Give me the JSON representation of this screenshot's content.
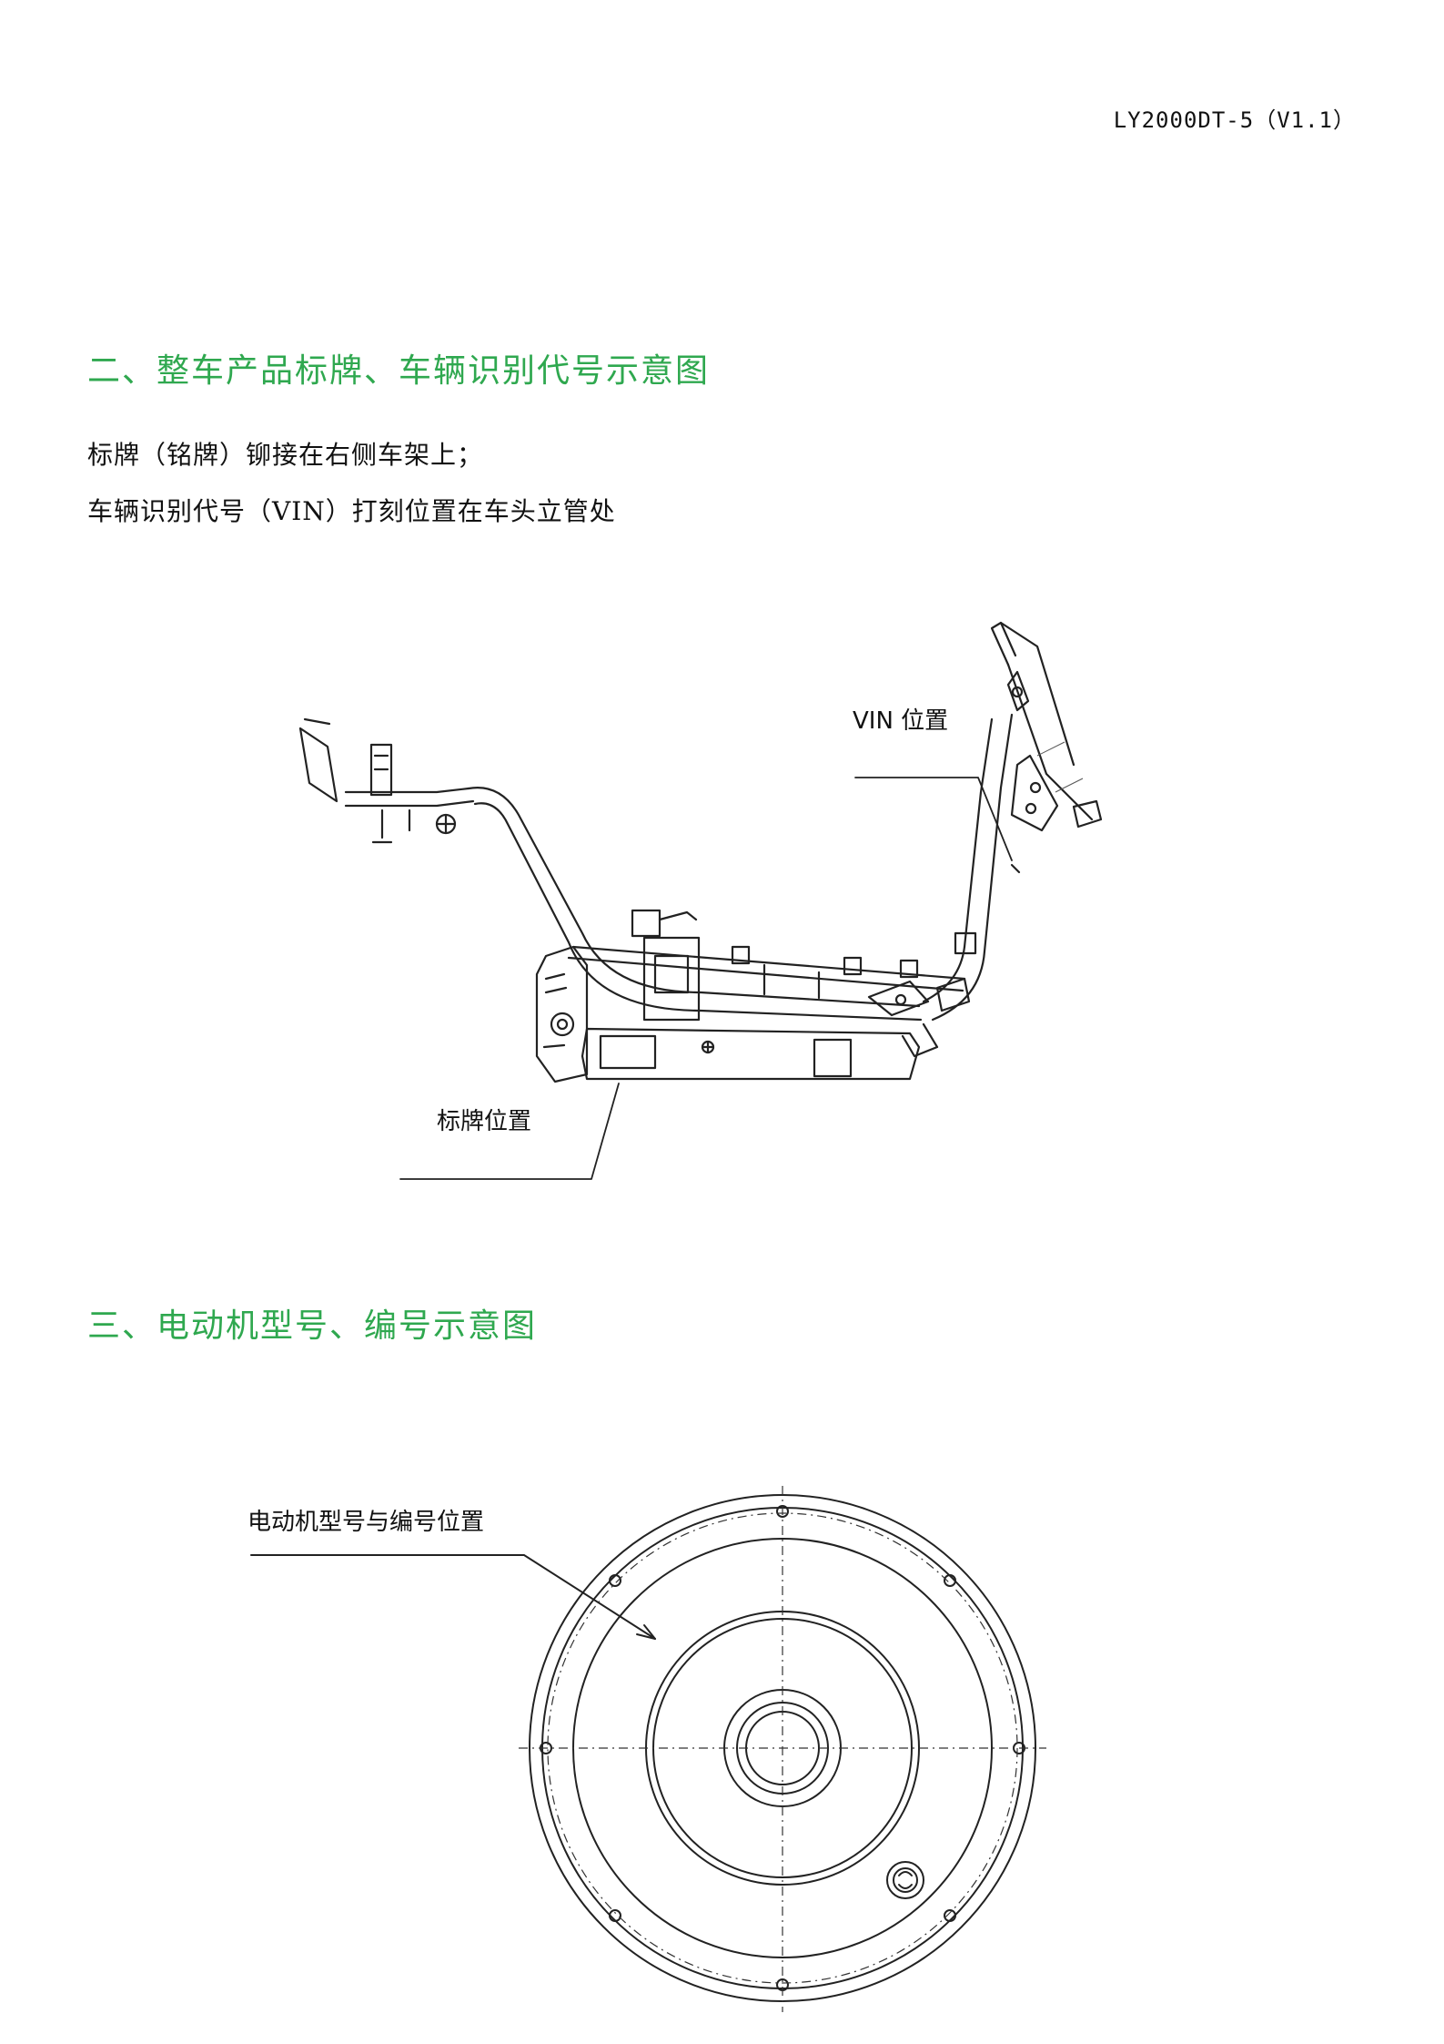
{
  "header": {
    "doc_code": "LY2000DT-5（V1.1）"
  },
  "section2": {
    "title": "二、整车产品标牌、车辆识别代号示意图",
    "line1": "标牌（铭牌）铆接在右侧车架上；",
    "line2": "车辆识别代号（VIN）打刻位置在车头立管处",
    "figure": {
      "vin_label": "VIN 位置",
      "plate_label": "标牌位置"
    }
  },
  "section3": {
    "title": "三、电动机型号、编号示意图",
    "figure": {
      "motor_label": "电动机型号与编号位置"
    }
  }
}
